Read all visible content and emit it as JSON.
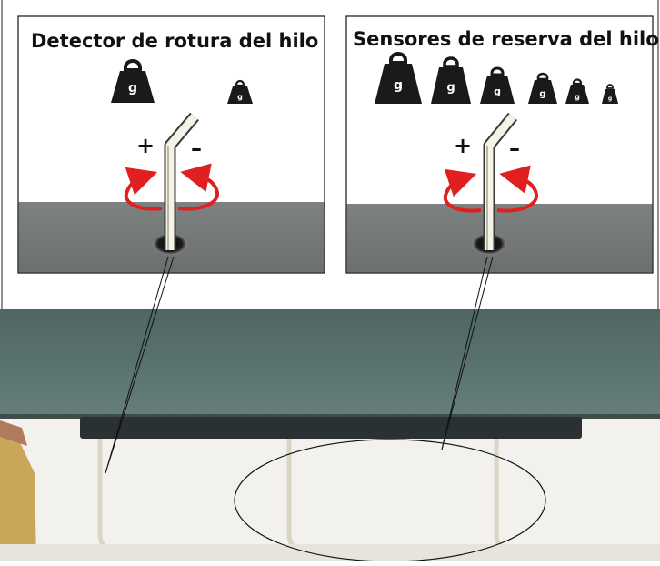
{
  "panels": {
    "left": {
      "title": "Detector de rotura del hilo",
      "weight_label": "g",
      "plus": "+",
      "minus": "–"
    },
    "right": {
      "title": "Sensores de reserva del hilo",
      "weight_label": "g",
      "plus": "+",
      "minus": "–"
    }
  },
  "icons": [
    "weight-icon",
    "hex-key-icon",
    "rotation-arrow-icon"
  ],
  "colors": {
    "panel_floor": "#6e7272",
    "machine_top": "#5a726e",
    "rotation_arrow": "#e02020",
    "weight": "#1a1a1a"
  }
}
